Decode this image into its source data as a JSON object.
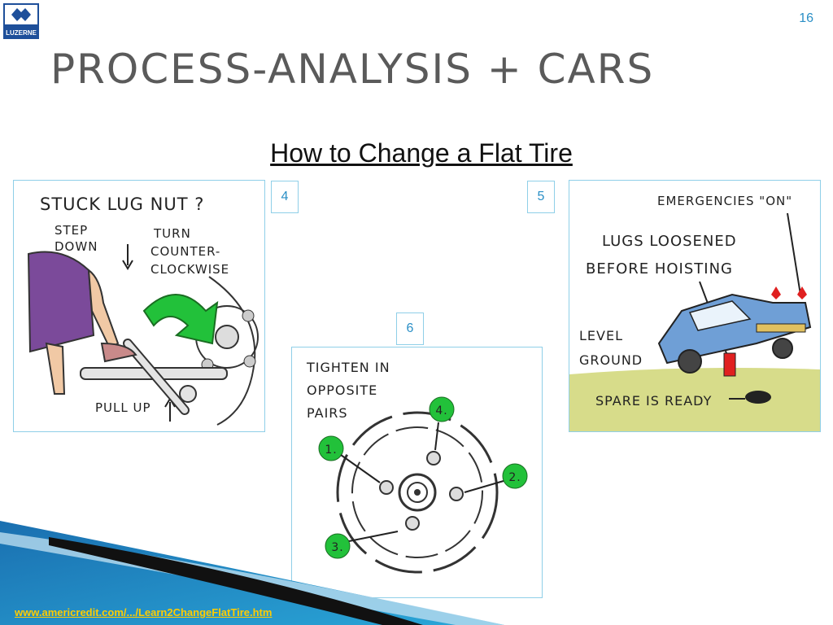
{
  "slide": {
    "number": "16",
    "title": "PROCESS-ANALYSIS + CARS",
    "subtitle": "How to Change a Flat Tire",
    "logo_text": "LUZERNE",
    "source_link": "www.americredit.com/.../Learn2ChangeFlatTire.htm"
  },
  "steps": [
    {
      "badge": "4",
      "lines": [
        "STUCK LUG NUT ?",
        "STEP",
        "DOWN",
        "TURN",
        "COUNTER-",
        "CLOCKWISE",
        "PULL UP"
      ]
    },
    {
      "badge": "5",
      "lines": [
        "EMERGENCIES \"ON\"",
        "LUGS LOOSENED",
        "BEFORE HOISTING",
        "LEVEL",
        "GROUND",
        "SPARE IS READY"
      ]
    },
    {
      "badge": "6",
      "lines": [
        "TIGHTEN IN",
        "OPPOSITE",
        "PAIRS"
      ],
      "bolt_numbers": [
        "1.",
        "2.",
        "3.",
        "4."
      ]
    }
  ],
  "colors": {
    "title": "#5a5a5a",
    "accent_blue": "#2a8fc6",
    "panel_border": "#8fcfe8",
    "link": "#ffcc00",
    "green": "#22c13a",
    "car_blue": "#6f9fd6",
    "grass": "#d7dc8a",
    "skirt": "#7b4a9a"
  }
}
